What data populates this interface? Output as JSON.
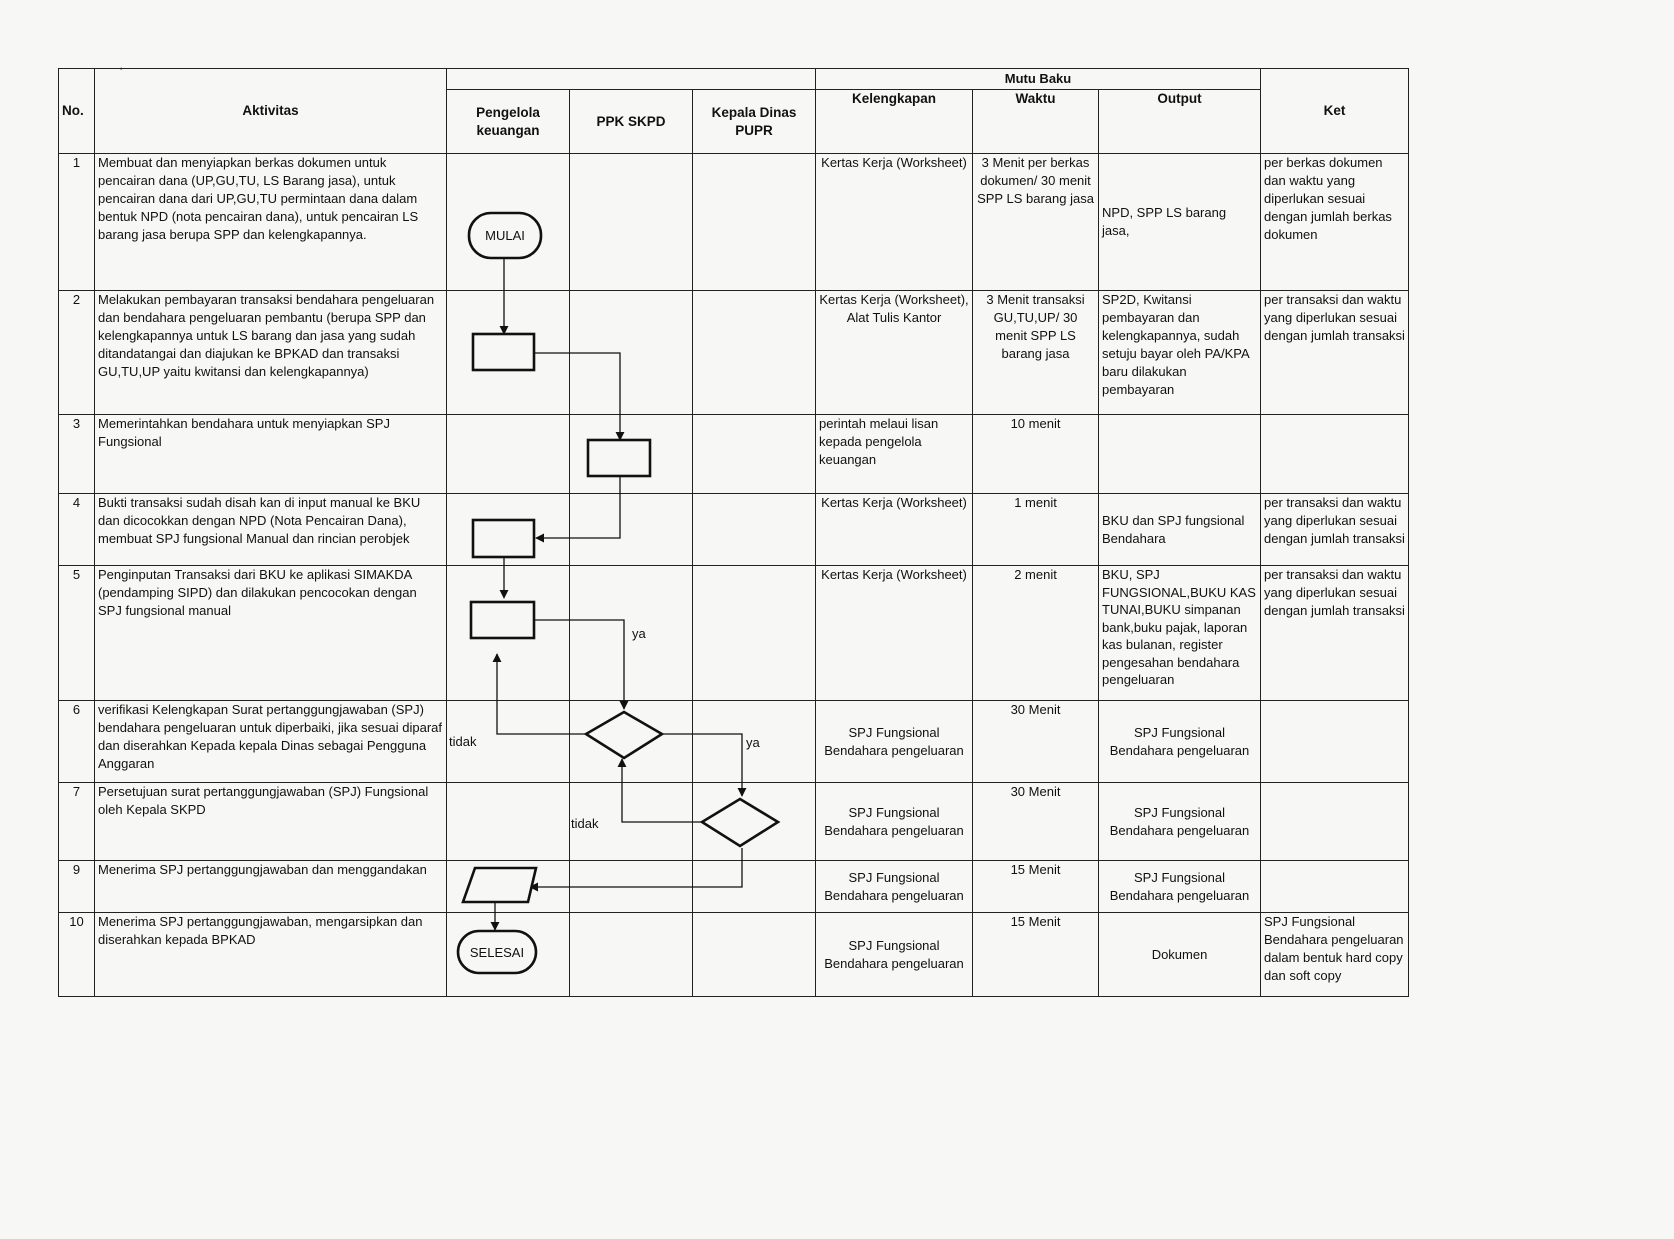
{
  "header": {
    "no": "No.",
    "aktivitas": "Aktivitas",
    "lane_1": "Pengelola keuangan",
    "lane_2": "PPK SKPD",
    "lane_3": "Kepala Dinas PUPR",
    "mutu_baku": "Mutu Baku",
    "kelengkapan": "Kelengkapan",
    "waktu": "Waktu",
    "output": "Output",
    "ket": "Ket"
  },
  "rows": [
    {
      "no": "1",
      "aktivitas": "Membuat dan menyiapkan berkas dokumen untuk pencairan dana (UP,GU,TU, LS Barang jasa), untuk pencairan dana dari UP,GU,TU permintaan dana dalam bentuk NPD (nota pencairan dana), untuk pencairan LS barang jasa berupa SPP dan kelengkapannya.",
      "kelengkapan": "Kertas Kerja (Worksheet)",
      "waktu": "3 Menit per berkas dokumen/ 30 menit SPP LS barang jasa",
      "output": "NPD, SPP LS barang jasa,",
      "ket": "per berkas dokumen dan waktu yang diperlukan sesuai dengan jumlah berkas dokumen"
    },
    {
      "no": "2",
      "aktivitas": "Melakukan pembayaran transaksi bendahara pengeluaran dan bendahara pengeluaran pembantu (berupa SPP dan kelengkapannya untuk LS barang dan jasa yang sudah ditandatangai dan diajukan ke BPKAD dan transaksi GU,TU,UP yaitu kwitansi dan kelengkapannya)",
      "kelengkapan": "Kertas Kerja (Worksheet), Alat Tulis Kantor",
      "waktu": "3 Menit transaksi GU,TU,UP/ 30 menit SPP LS barang jasa",
      "output": "SP2D, Kwitansi pembayaran dan kelengkapannya, sudah setuju bayar oleh PA/KPA baru dilakukan pembayaran",
      "ket": "per transaksi dan waktu yang diperlukan sesuai dengan jumlah transaksi"
    },
    {
      "no": "3",
      "aktivitas": "Memerintahkan bendahara untuk menyiapkan SPJ Fungsional",
      "kelengkapan": "perintah melaui lisan kepada pengelola keuangan",
      "waktu": "10 menit",
      "output": "",
      "ket": ""
    },
    {
      "no": "4",
      "aktivitas": "Bukti transaksi sudah disah kan di input manual ke BKU dan dicocokkan dengan NPD (Nota Pencairan Dana), membuat SPJ fungsional Manual dan rincian perobjek",
      "kelengkapan": "Kertas Kerja (Worksheet)",
      "waktu": "1 menit",
      "output": "BKU dan SPJ fungsional Bendahara",
      "ket": "per transaksi dan waktu yang diperlukan sesuai dengan jumlah transaksi"
    },
    {
      "no": "5",
      "aktivitas": "Penginputan Transaksi dari BKU ke aplikasi SIMAKDA (pendamping SIPD) dan dilakukan pencocokan dengan SPJ fungsional manual",
      "kelengkapan": "Kertas Kerja (Worksheet)",
      "waktu": "2 menit",
      "output": "BKU, SPJ FUNGSIONAL,BUKU KAS TUNAI,BUKU simpanan bank,buku pajak, laporan kas bulanan, register pengesahan bendahara pengeluaran",
      "ket": "per transaksi dan waktu yang diperlukan sesuai dengan jumlah transaksi"
    },
    {
      "no": "6",
      "aktivitas": "verifikasi Kelengkapan Surat pertanggungjawaban (SPJ) bendahara pengeluaran untuk diperbaiki, jika sesuai diparaf dan diserahkan Kepada kepala Dinas sebagai Pengguna Anggaran",
      "kelengkapan": "SPJ Fungsional Bendahara pengeluaran",
      "waktu": "30 Menit",
      "output": "SPJ Fungsional Bendahara pengeluaran",
      "ket": ""
    },
    {
      "no": "7",
      "aktivitas": "Persetujuan surat pertanggungjawaban (SPJ) Fungsional oleh Kepala SKPD",
      "kelengkapan": "SPJ Fungsional Bendahara pengeluaran",
      "waktu": "30 Menit",
      "output": "SPJ Fungsional Bendahara pengeluaran",
      "ket": ""
    },
    {
      "no": "9",
      "aktivitas": "Menerima SPJ pertanggungjawaban dan menggandakan",
      "kelengkapan": "SPJ Fungsional Bendahara pengeluaran",
      "waktu": "15 Menit",
      "output": "SPJ Fungsional Bendahara pengeluaran",
      "ket": ""
    },
    {
      "no": "10",
      "aktivitas": "Menerima SPJ pertanggungjawaban, mengarsipkan dan diserahkan kepada BPKAD",
      "kelengkapan": "SPJ Fungsional Bendahara pengeluaran",
      "waktu": "15 Menit",
      "output": "Dokumen",
      "ket": "SPJ Fungsional Bendahara pengeluaran dalam bentuk hard copy dan soft copy"
    }
  ],
  "flow": {
    "start_label": "MULAI",
    "end_label": "SELESAI",
    "ya_1": "ya",
    "tidak_1": "tidak",
    "ya_2": "ya",
    "tidak_2": "tidak"
  }
}
